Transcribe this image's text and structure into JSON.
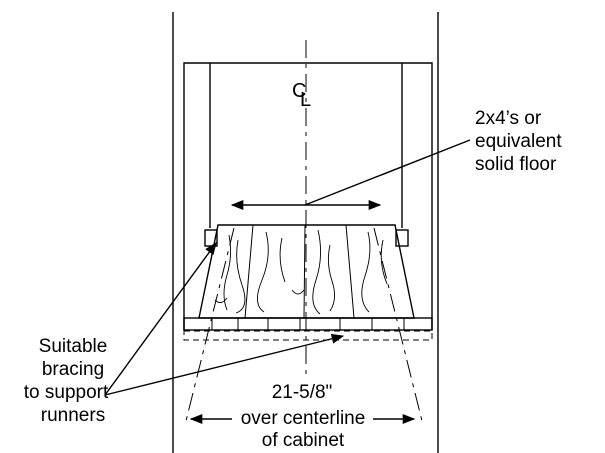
{
  "centerline_symbol": "CL",
  "labels": {
    "floor": [
      "2x4’s or",
      "equivalent",
      "solid floor"
    ],
    "bracing": [
      "Suitable",
      "bracing",
      "to support",
      "runners"
    ],
    "dimension": {
      "value": "21-5/8\"",
      "line2": "over centerline",
      "line3": "of cabinet"
    }
  }
}
